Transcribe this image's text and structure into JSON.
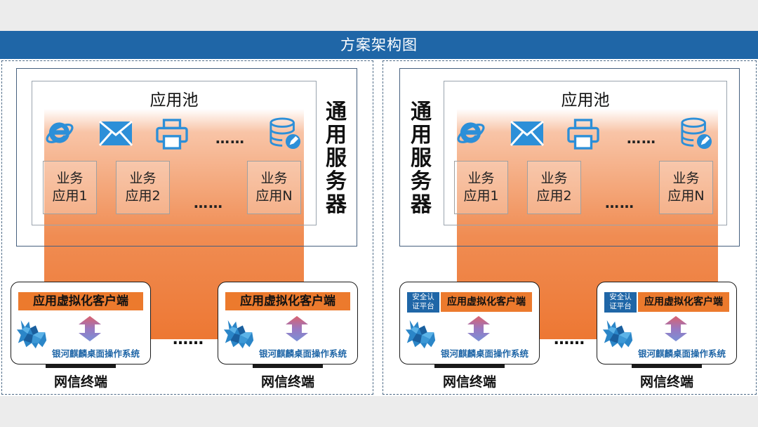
{
  "title": "方案架构图",
  "colors": {
    "title_bg": "#1f66a7",
    "accent_orange": "#ec7a2d",
    "os_blue": "#1f66a7"
  },
  "left": {
    "pool_title": "应用池",
    "server_label": "通用服务器",
    "icons": [
      "ie-browser-icon",
      "mail-icon",
      "printer-icon",
      "database-icon"
    ],
    "icon_dots": "……",
    "apps": [
      {
        "line1": "业务",
        "line2": "应用1"
      },
      {
        "line1": "业务",
        "line2": "应用2"
      },
      {
        "line1": "业务",
        "line2": "应用N"
      }
    ],
    "app_dots": "……",
    "terminals": [
      {
        "client": "应用虚拟化客户端",
        "os": "银河麒麟桌面操作系统",
        "label": "网信终端"
      },
      {
        "client": "应用虚拟化客户端",
        "os": "银河麒麟桌面操作系统",
        "label": "网信终端"
      }
    ],
    "terminal_dots": "……"
  },
  "right": {
    "pool_title": "应用池",
    "server_label": "通用服务器",
    "icons": [
      "ie-browser-icon",
      "mail-icon",
      "printer-icon",
      "database-icon"
    ],
    "icon_dots": "……",
    "apps": [
      {
        "line1": "业务",
        "line2": "应用1"
      },
      {
        "line1": "业务",
        "line2": "应用2"
      },
      {
        "line1": "业务",
        "line2": "应用N"
      }
    ],
    "app_dots": "……",
    "terminals": [
      {
        "security_line1": "安全认",
        "security_line2": "证平台",
        "client": "应用虚拟化客户端",
        "os": "银河麒麟桌面操作系统",
        "label": "网信终端"
      },
      {
        "security_line1": "安全认",
        "security_line2": "证平台",
        "client": "应用虚拟化客户端",
        "os": "银河麒麟桌面操作系统",
        "label": "网信终端"
      }
    ],
    "terminal_dots": "……"
  }
}
